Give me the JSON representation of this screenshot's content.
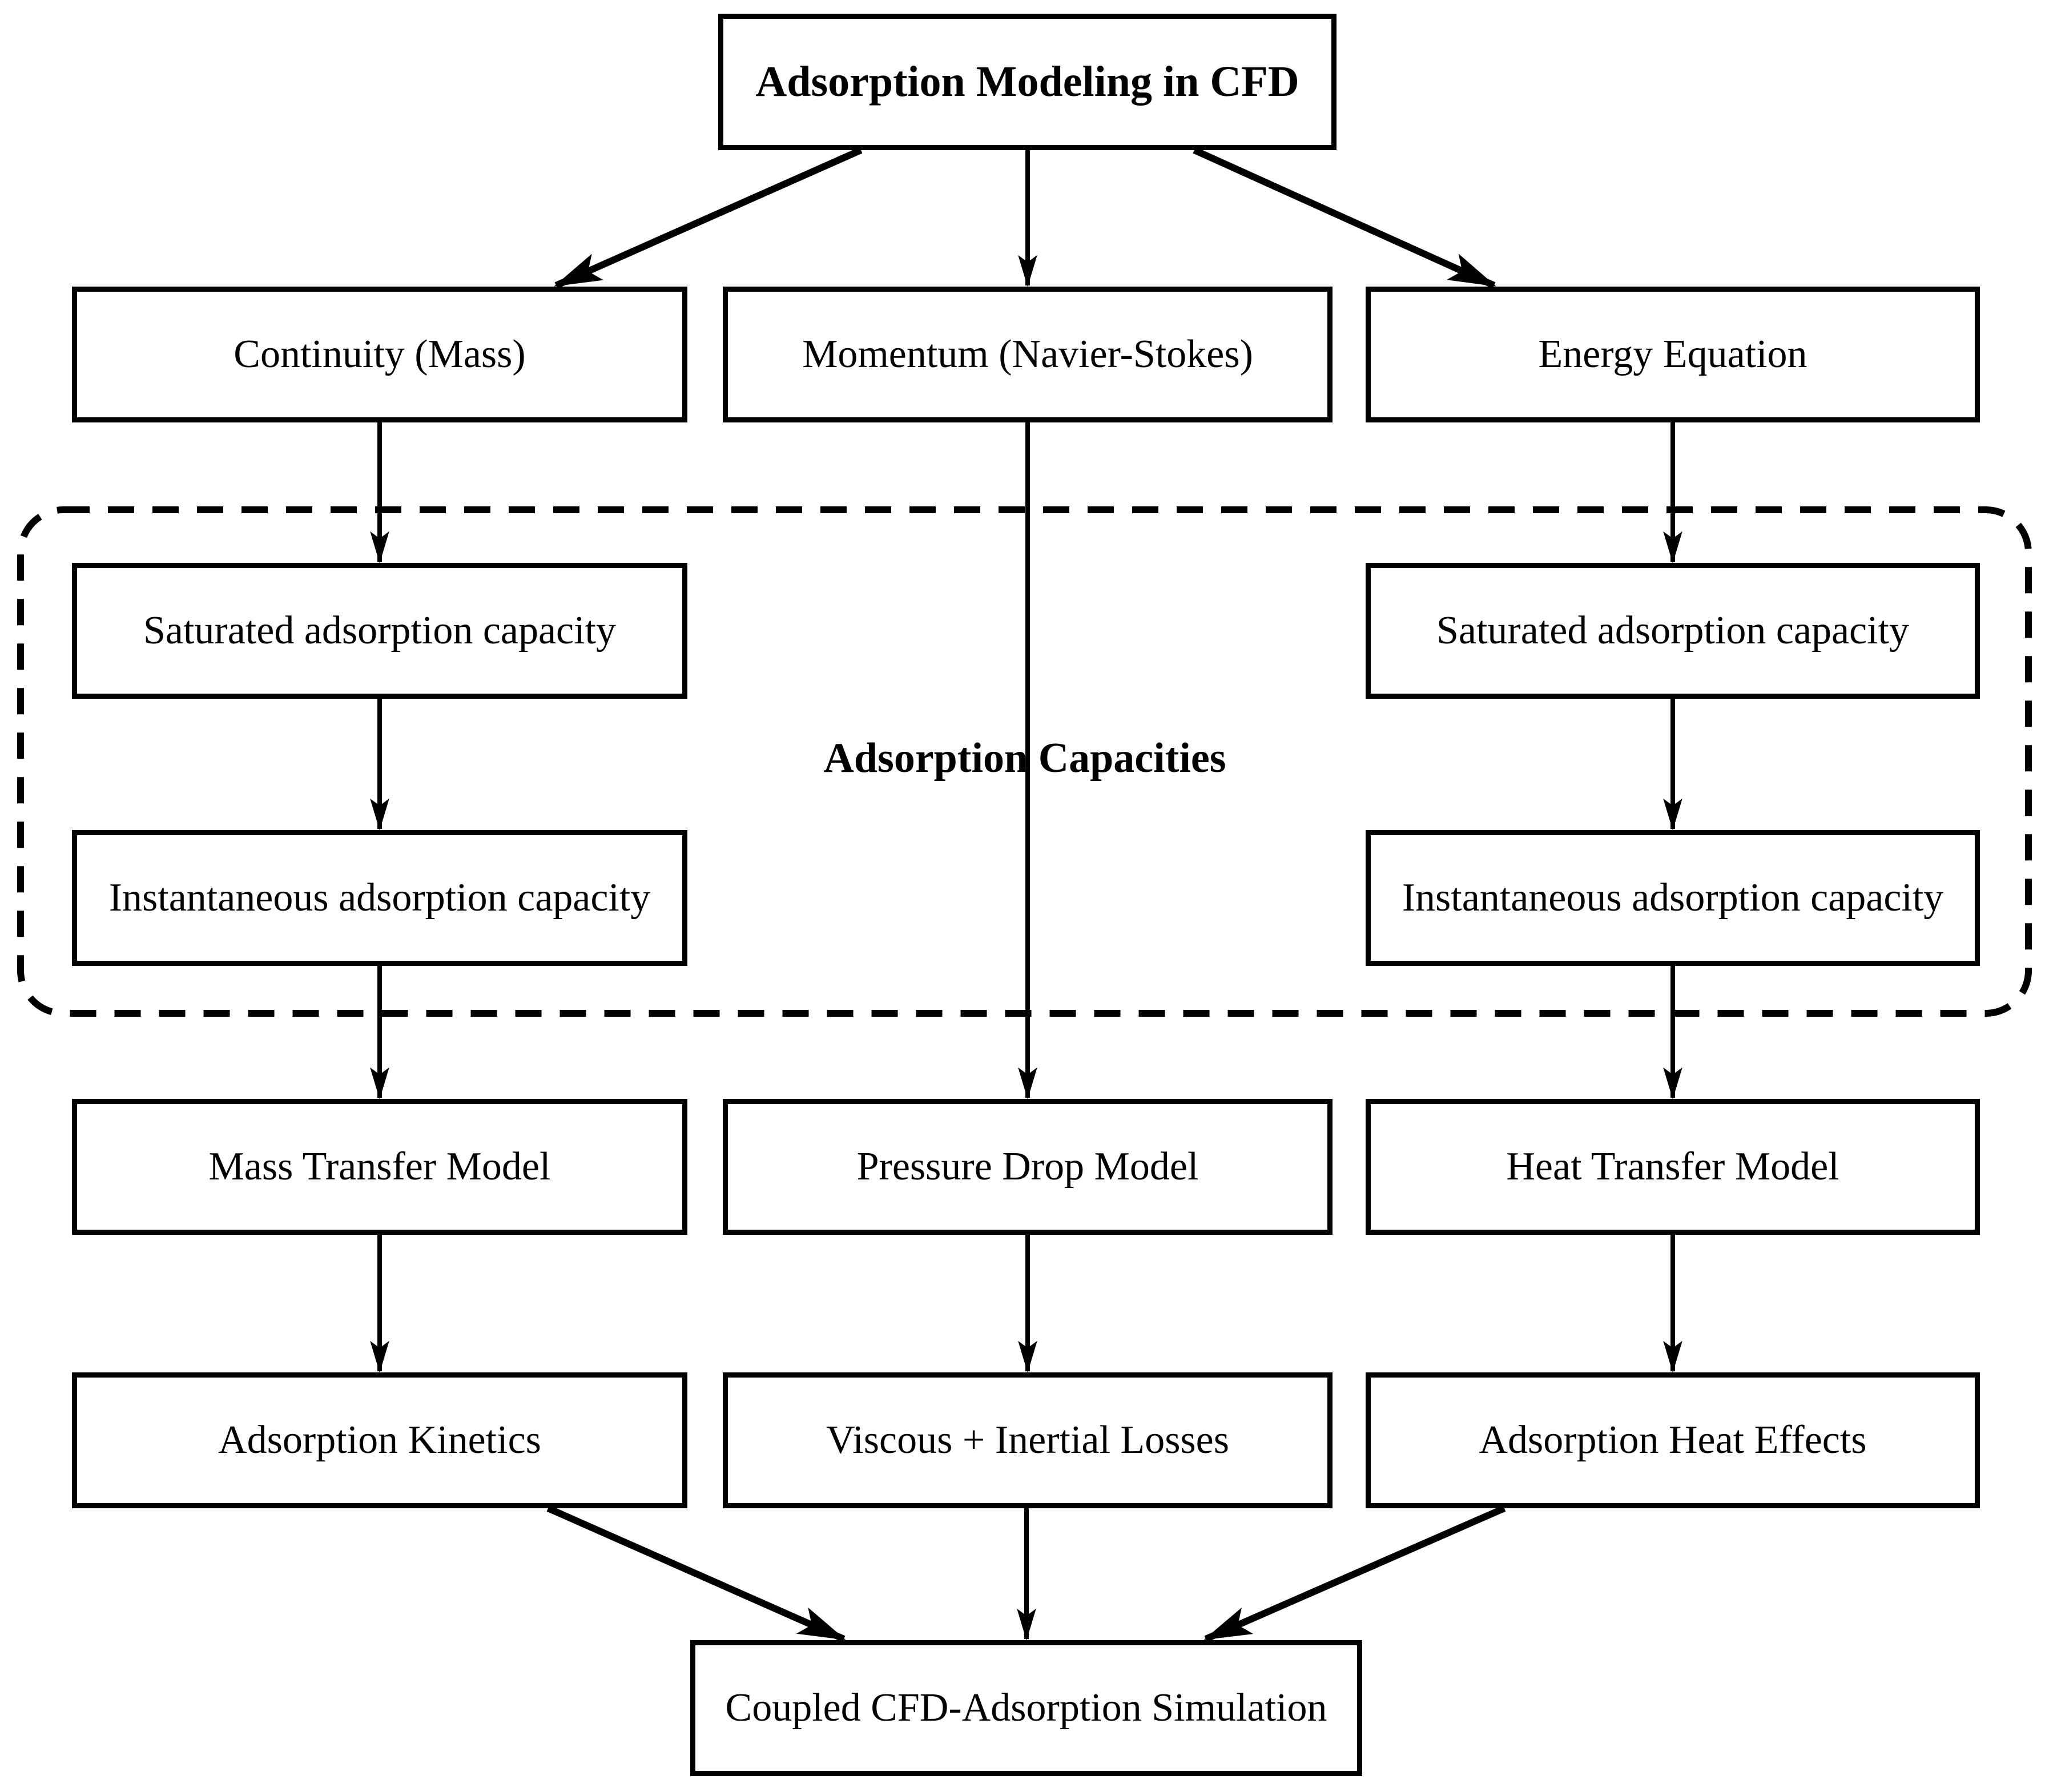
{
  "diagram": {
    "background_color": "#ffffff",
    "stroke_color": "#000000",
    "nodes": {
      "title": {
        "label": "Adsorption Modeling in CFD"
      },
      "continuity": {
        "label": "Continuity (Mass)"
      },
      "momentum": {
        "label": "Momentum (Navier-Stokes)"
      },
      "energy": {
        "label": "Energy Equation"
      },
      "saturated_left": {
        "label": "Saturated adsorption capacity"
      },
      "saturated_right": {
        "label": "Saturated adsorption capacity"
      },
      "instantaneous_left": {
        "label": "Instantaneous adsorption capacity"
      },
      "instantaneous_right": {
        "label": "Instantaneous adsorption capacity"
      },
      "mass_transfer": {
        "label": "Mass Transfer Model"
      },
      "pressure_drop": {
        "label": "Pressure Drop Model"
      },
      "heat_transfer": {
        "label": "Heat Transfer Model"
      },
      "adsorption_kinetics": {
        "label": "Adsorption Kinetics"
      },
      "viscous_inertial": {
        "label": "Viscous + Inertial Losses"
      },
      "adsorption_heat": {
        "label": "Adsorption Heat Effects"
      },
      "coupled": {
        "label": "Coupled CFD-Adsorption Simulation"
      }
    },
    "group": {
      "label": "Adsorption Capacities"
    },
    "edges": [
      {
        "from": "title",
        "to": "continuity"
      },
      {
        "from": "title",
        "to": "momentum"
      },
      {
        "from": "title",
        "to": "energy"
      },
      {
        "from": "continuity",
        "to": "saturated_left"
      },
      {
        "from": "energy",
        "to": "saturated_right"
      },
      {
        "from": "saturated_left",
        "to": "instantaneous_left"
      },
      {
        "from": "saturated_right",
        "to": "instantaneous_right"
      },
      {
        "from": "instantaneous_left",
        "to": "mass_transfer"
      },
      {
        "from": "momentum",
        "to": "pressure_drop"
      },
      {
        "from": "instantaneous_right",
        "to": "heat_transfer"
      },
      {
        "from": "mass_transfer",
        "to": "adsorption_kinetics"
      },
      {
        "from": "pressure_drop",
        "to": "viscous_inertial"
      },
      {
        "from": "heat_transfer",
        "to": "adsorption_heat"
      },
      {
        "from": "adsorption_kinetics",
        "to": "coupled"
      },
      {
        "from": "viscous_inertial",
        "to": "coupled"
      },
      {
        "from": "adsorption_heat",
        "to": "coupled"
      }
    ]
  }
}
